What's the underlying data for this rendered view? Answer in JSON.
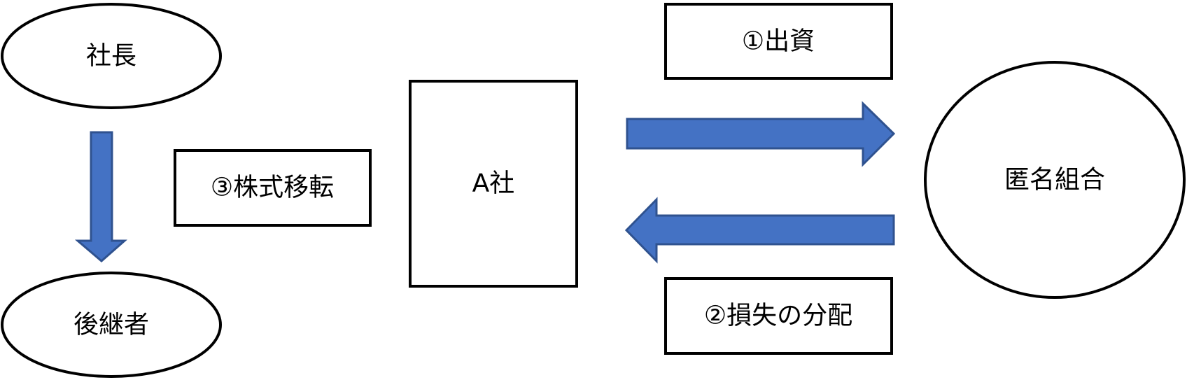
{
  "nodes": {
    "president": "社長",
    "successor": "後継者",
    "company": "A社",
    "partnership": "匿名組合"
  },
  "labels": {
    "investment": "①出資",
    "loss_distribution": "②損失の分配",
    "share_transfer": "③株式移転"
  },
  "colors": {
    "arrow_fill": "#4472C4",
    "arrow_stroke": "#2F528F"
  }
}
